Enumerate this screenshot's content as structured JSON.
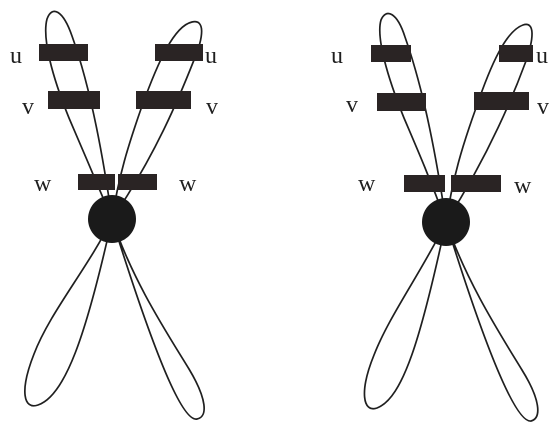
{
  "figure": {
    "background": "#ffffff",
    "stroke_color": "#1f1f1f",
    "band_color": "#2a2424",
    "centromere_color": "#1a1a1a"
  },
  "chromosomes": [
    {
      "left_labels": {
        "u": "u",
        "v": "v",
        "w": "w"
      },
      "right_labels": {
        "u": "u",
        "v": "v",
        "w": "w"
      }
    },
    {
      "left_labels": {
        "u": "u",
        "v": "v",
        "w": "w"
      },
      "right_labels": {
        "u": "u",
        "v": "v",
        "w": "w"
      }
    }
  ]
}
